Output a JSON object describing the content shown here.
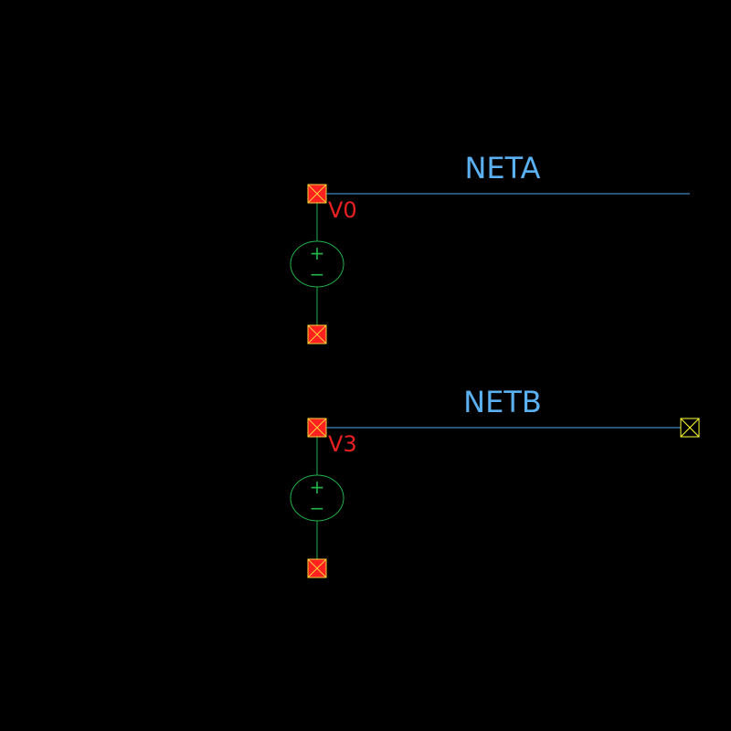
{
  "schematic": {
    "nets": [
      {
        "label": "NETA"
      },
      {
        "label": "NETB"
      }
    ],
    "sources": [
      {
        "label": "V0",
        "plus": "+",
        "minus": "−"
      },
      {
        "label": "V3",
        "plus": "+",
        "minus": "−"
      }
    ],
    "colors": {
      "background": "#000000",
      "wire": "#4aa8e8",
      "net_label": "#5ab0f0",
      "source_body": "#21b24a",
      "pin_fill": "#ff2020",
      "pin_border": "#ffd23a",
      "instance_label": "#e82020",
      "open_pin": "#ffff33"
    }
  }
}
